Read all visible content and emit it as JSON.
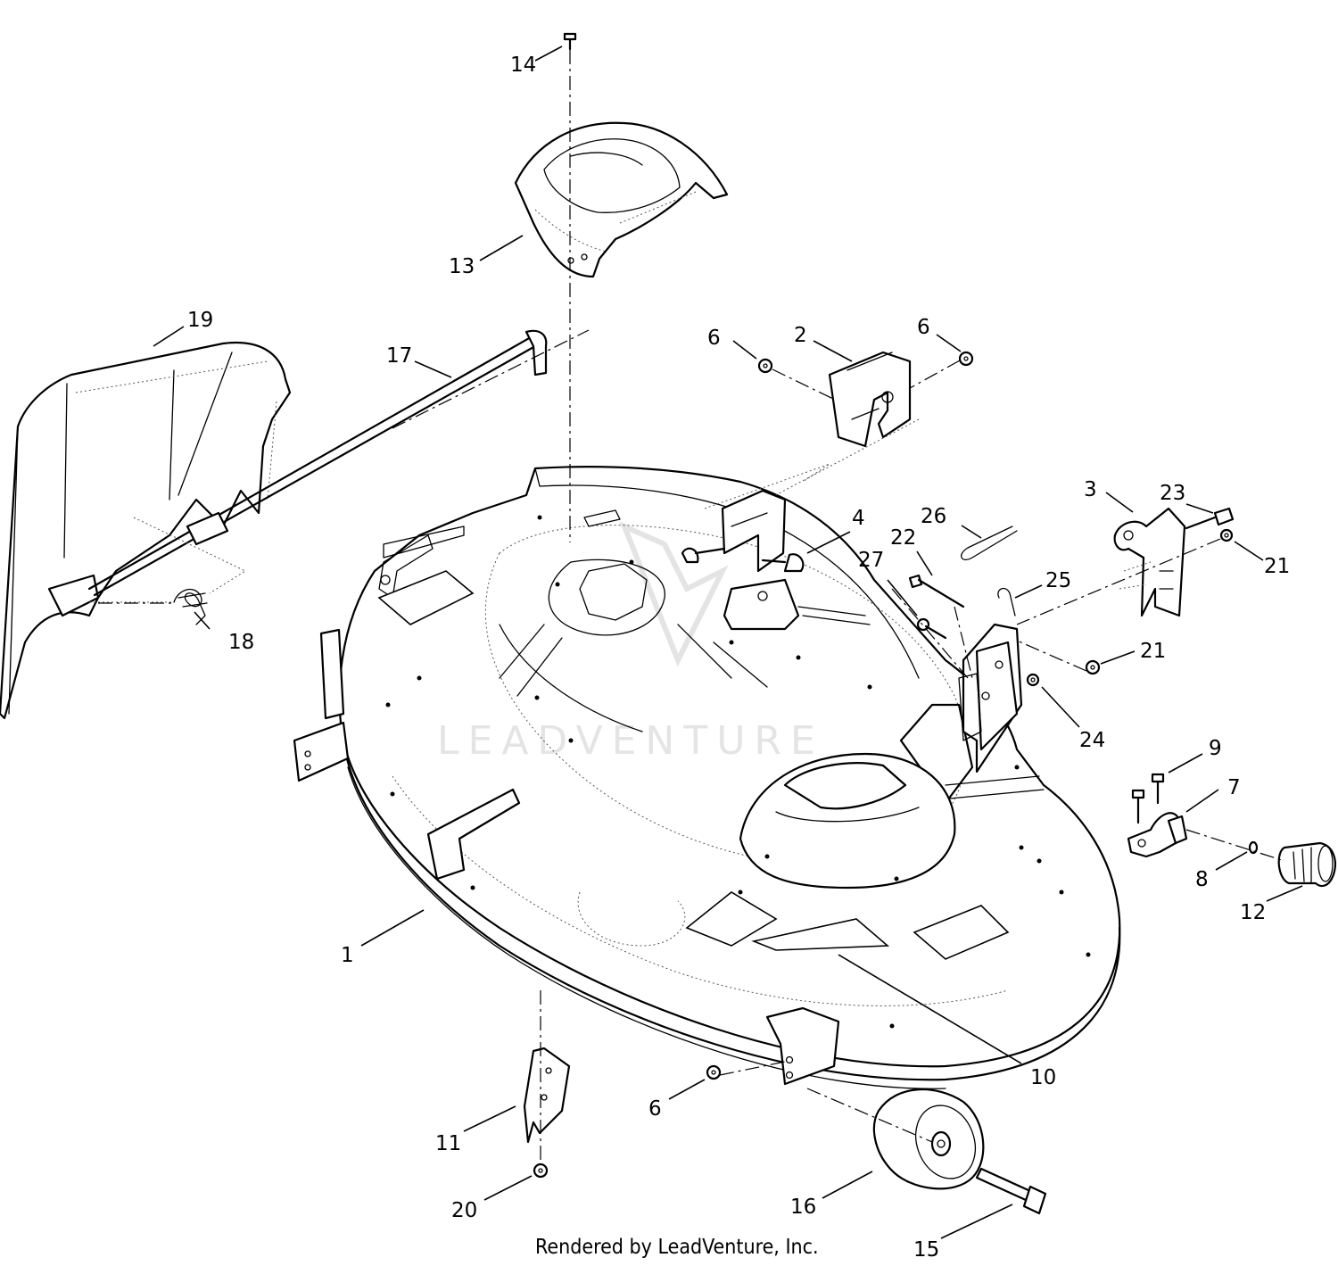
{
  "watermark": "LEADVENTURE",
  "footer": "Rendered by LeadVenture, Inc.",
  "callouts": {
    "c1": "1",
    "c2": "2",
    "c3": "3",
    "c4": "4",
    "c6a": "6",
    "c6b": "6",
    "c6c": "6",
    "c7": "7",
    "c8": "8",
    "c9": "9",
    "c10": "10",
    "c11": "11",
    "c12": "12",
    "c13": "13",
    "c14": "14",
    "c15": "15",
    "c16": "16",
    "c17": "17",
    "c18": "18",
    "c19": "19",
    "c20": "20",
    "c21a": "21",
    "c21b": "21",
    "c22": "22",
    "c23": "23",
    "c24": "24",
    "c25": "25",
    "c26": "26",
    "c27": "27"
  }
}
